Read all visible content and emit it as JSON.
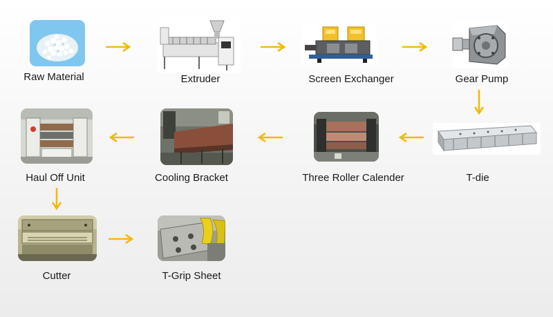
{
  "diagram": {
    "accent_color": "#f5b80f",
    "steps": [
      {
        "label": "Raw Material",
        "icon": "pellets-icon"
      },
      {
        "label": "Extruder",
        "icon": "extruder-machine-icon"
      },
      {
        "label": "Screen Exchanger",
        "icon": "screen-exchanger-icon"
      },
      {
        "label": "Gear Pump",
        "icon": "gear-pump-icon"
      },
      {
        "label": "T-die",
        "icon": "t-die-icon"
      },
      {
        "label": "Three Roller Calender",
        "icon": "roller-calender-icon"
      },
      {
        "label": "Cooling Bracket",
        "icon": "cooling-bracket-icon"
      },
      {
        "label": "Haul Off Unit",
        "icon": "haul-off-unit-icon"
      },
      {
        "label": "Cutter",
        "icon": "cutter-icon"
      },
      {
        "label": "T-Grip Sheet",
        "icon": "t-grip-sheet-icon"
      }
    ]
  }
}
